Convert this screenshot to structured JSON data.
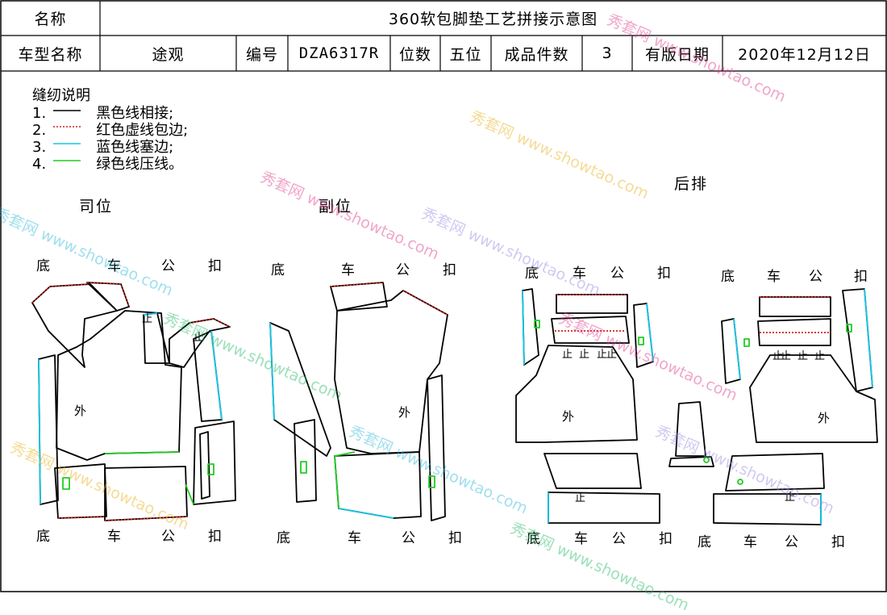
{
  "header": {
    "name_label": "名称",
    "title": "360软包脚垫工艺拼接示意图",
    "car_model_label": "车型名称",
    "car_model": "途观",
    "code_label": "编号",
    "code": "DZA6317R",
    "seats_label": "位数",
    "seats": "五位",
    "pieces_label": "成品件数",
    "pieces": "3",
    "date_label": "有版日期",
    "date": "2020年12月12日"
  },
  "legend": {
    "title": "缝纫说明",
    "items": [
      {
        "num": "1.",
        "text": "黑色线相接;",
        "color": "#000000",
        "style": "solid"
      },
      {
        "num": "2.",
        "text": "红色虚线包边;",
        "color": "#d42020",
        "style": "dotted"
      },
      {
        "num": "3.",
        "text": "蓝色线塞边;",
        "color": "#14c8e8",
        "style": "solid"
      },
      {
        "num": "4.",
        "text": "绿色线压线。",
        "color": "#22cc22",
        "style": "solid"
      }
    ]
  },
  "sections": {
    "driver": "司位",
    "passenger": "副位",
    "rear": "后排"
  },
  "marks": {
    "bottom": "底",
    "car": "车",
    "public": "公",
    "buckle": "扣",
    "outer": "外",
    "stop": "止"
  },
  "watermark": {
    "brand": "秀套网",
    "url": "www.showtao.com"
  },
  "colors": {
    "black": "#000000",
    "red": "#d42020",
    "cyan": "#14c8e8",
    "green": "#22cc22"
  }
}
